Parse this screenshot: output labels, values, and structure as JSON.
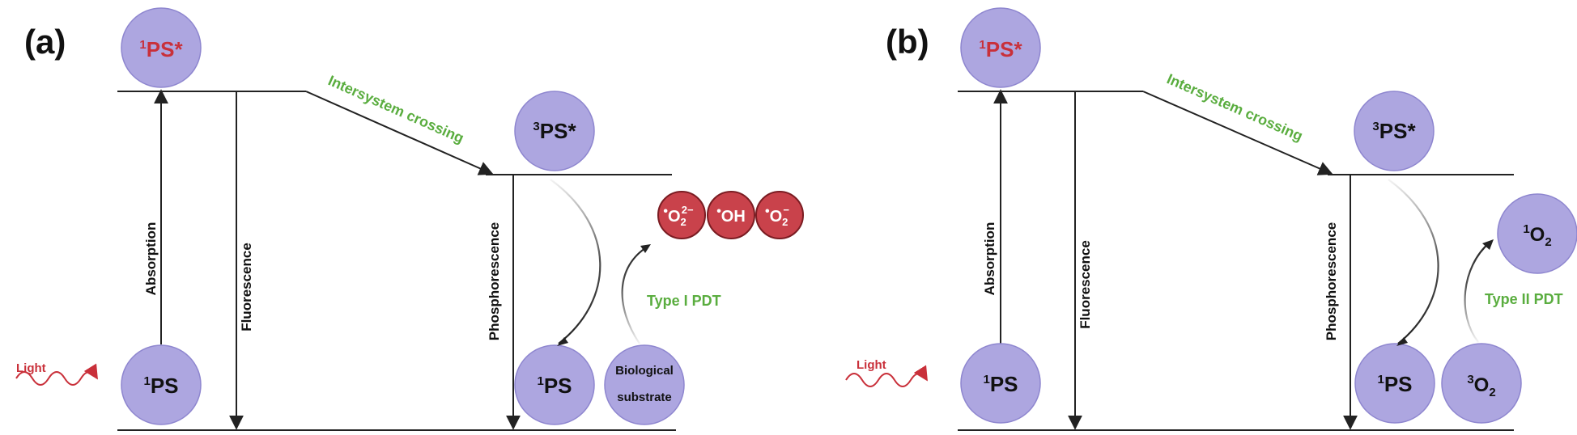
{
  "panels": [
    {
      "label": "(a)",
      "s1_excited": {
        "main": "PS*",
        "sup": "1"
      },
      "triplet": {
        "main": "PS*",
        "sup": "3"
      },
      "ground_left": {
        "main": "PS",
        "sup": "1"
      },
      "ground_right": {
        "main": "PS",
        "sup": "1"
      },
      "absorption": "Absorption",
      "fluorescence": "Fluorescence",
      "phosphorescence": "Phosphorescence",
      "isc": "Intersystem crossing",
      "light": "Light",
      "pdt": "Type I PDT",
      "substrate_line1": "Biological",
      "substrate_line2": "substrate",
      "ros": [
        {
          "dot": "•",
          "main": "O",
          "sub": "2",
          "sup": "2−"
        },
        {
          "dot": "•",
          "main": "OH"
        },
        {
          "dot": "•",
          "main": "O",
          "sub": "2",
          "sup": "−"
        }
      ]
    },
    {
      "label": "(b)",
      "s1_excited": {
        "main": "PS*",
        "sup": "1"
      },
      "triplet": {
        "main": "PS*",
        "sup": "3"
      },
      "ground_left": {
        "main": "PS",
        "sup": "1"
      },
      "ground_right": {
        "main": "PS",
        "sup": "1"
      },
      "absorption": "Absorption",
      "fluorescence": "Fluorescence",
      "phosphorescence": "Phosphorescence",
      "isc": "Intersystem crossing",
      "light": "Light",
      "pdt": "Type II PDT",
      "triplet_oxygen": {
        "sup": "3",
        "main": "O",
        "sub": "2"
      },
      "singlet_oxygen": {
        "sup": "1",
        "main": "O",
        "sub": "2"
      }
    }
  ],
  "colors": {
    "circle_fill": "#ada6e0",
    "ros_fill": "#c9424b",
    "green_text": "#5aad3f",
    "red_text": "#c9303a"
  }
}
